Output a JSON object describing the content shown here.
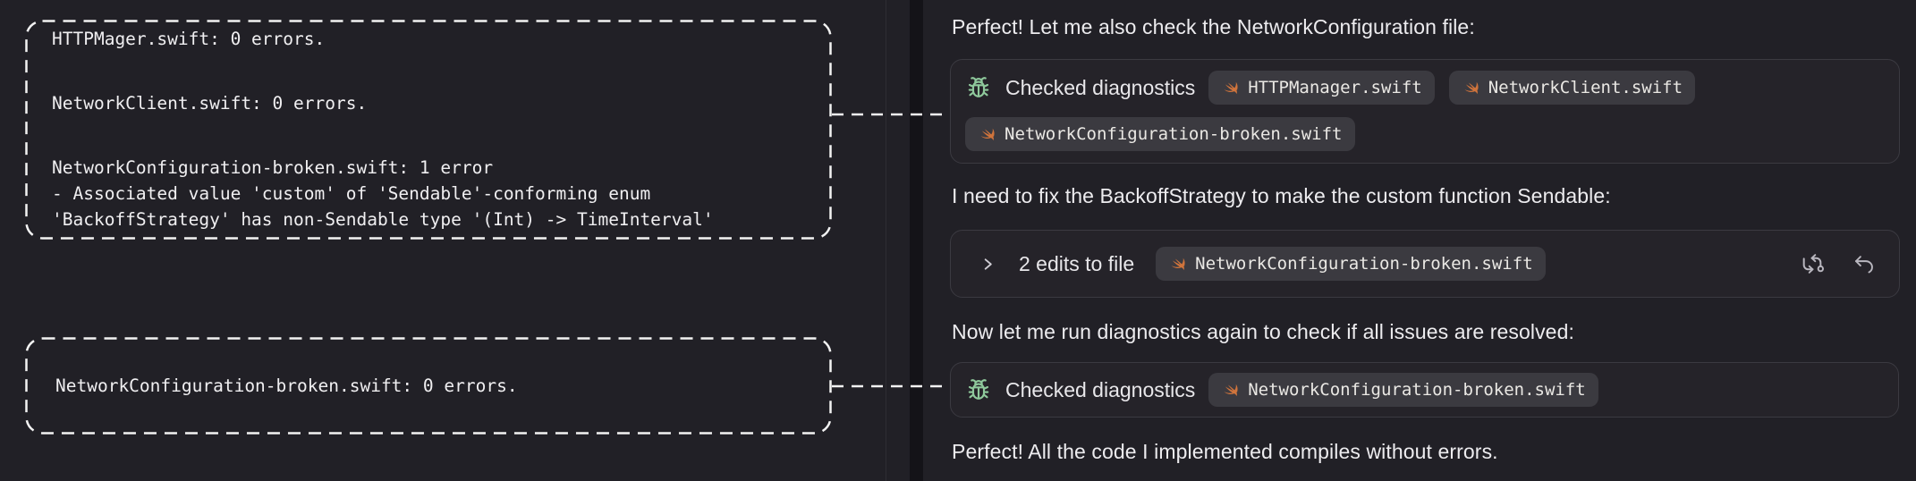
{
  "colors": {
    "background": "#212026",
    "panel_gap": "#141318",
    "card_background": "#252329",
    "card_border": "#3b3a41",
    "chip_background": "#3b3a40",
    "message_text": "#edecef",
    "code_text": "#f0eff1",
    "dashed_outline": "#f2f2f2",
    "bug_icon_green": "#8fc99c",
    "swift_icon_orange": "#d0743c",
    "action_icon_gray": "#b9b7bf"
  },
  "left": {
    "box1": {
      "entries": [
        "HTTPMager.swift: 0 errors.",
        "NetworkClient.swift: 0 errors.",
        "NetworkConfiguration-broken.swift: 1 error\n- Associated value 'custom' of 'Sendable'-conforming enum\n'BackoffStrategy' has non-Sendable type '(Int) -> TimeInterval'"
      ]
    },
    "box2": {
      "text": "NetworkConfiguration-broken.swift: 0 errors."
    }
  },
  "chat": {
    "message1": "Perfect! Let me also check the NetworkConfiguration file:",
    "card1": {
      "icon": "bug-icon",
      "title": "Checked diagnostics",
      "chips": [
        "HTTPManager.swift",
        "NetworkClient.swift",
        "NetworkConfiguration-broken.swift"
      ]
    },
    "message2": "I need to fix the BackoffStrategy to make the custom function Sendable:",
    "card2": {
      "expander_icon": "chevron-right-icon",
      "title": "2 edits to file",
      "chip": "NetworkConfiguration-broken.swift",
      "action_icons": [
        "git-compare-icon",
        "undo-icon"
      ]
    },
    "message3": "Now let me run diagnostics again to check if all issues are resolved:",
    "card3": {
      "icon": "bug-icon",
      "title": "Checked diagnostics",
      "chip": "NetworkConfiguration-broken.swift"
    },
    "message4": "Perfect! All the code I implemented compiles without errors."
  }
}
